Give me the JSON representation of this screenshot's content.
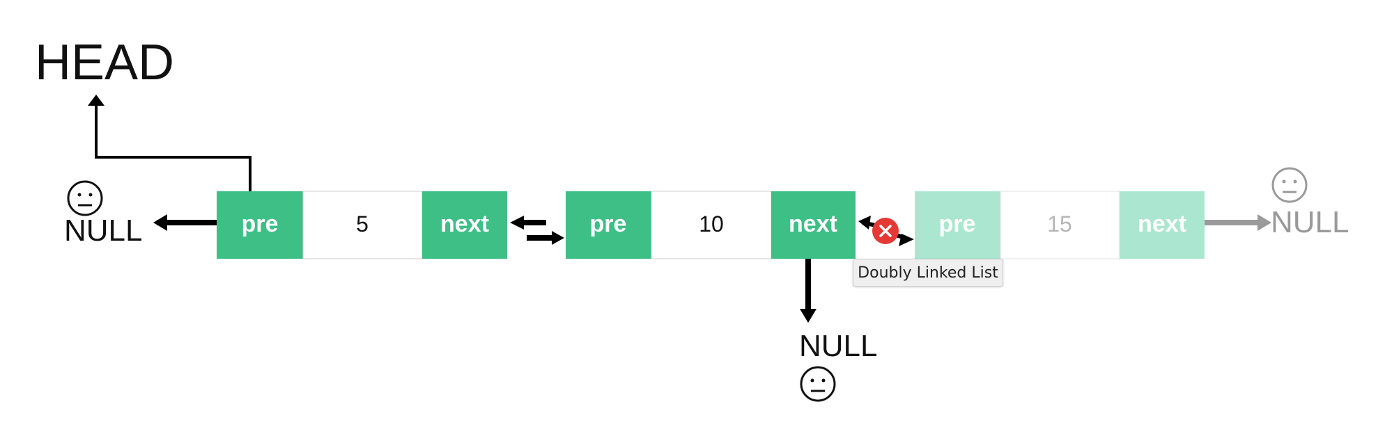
{
  "labels": {
    "head": "HEAD",
    "null_left": "NULL",
    "null_bottom": "NULL",
    "null_right": "NULL"
  },
  "nodes": [
    {
      "pre": "pre",
      "value": "5",
      "next": "next"
    },
    {
      "pre": "pre",
      "value": "10",
      "next": "next"
    },
    {
      "pre": "pre",
      "value": "15",
      "next": "next"
    }
  ],
  "tooltip": {
    "text": "Doubly Linked List"
  },
  "colors": {
    "node_green": "#3dbf86",
    "node_green_faded": "#abe6d0",
    "arrow_black": "#000000",
    "arrow_gray": "#9a9a9a",
    "delete_red": "#e53935"
  },
  "icons": {
    "face": "neutral-face-icon",
    "delete": "close-icon"
  }
}
